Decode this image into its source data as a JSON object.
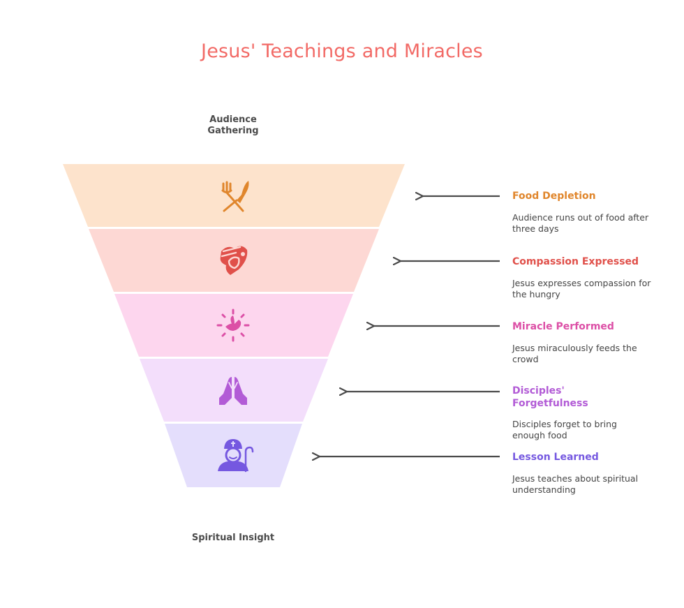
{
  "title": "Jesus' Teachings and Miracles",
  "top_label": "Audience Gathering",
  "bottom_label": "Spiritual Insight",
  "colors": {
    "title": "#f26a66",
    "arrow": "#4a4a4a"
  },
  "stages": [
    {
      "title": "Food Depletion",
      "description": "Audience runs out of food after three days",
      "icon": "fork-knife-icon",
      "fill": "#fde3cc",
      "accent": "#e0862c"
    },
    {
      "title": "Compassion Expressed",
      "description": "Jesus expresses compassion for the hungry",
      "icon": "compassion-icon",
      "fill": "#fdd8d4",
      "accent": "#e0504a"
    },
    {
      "title": "Miracle Performed",
      "description": "Jesus miraculously feeds the crowd",
      "icon": "dove-icon",
      "fill": "#fdd6ee",
      "accent": "#dc4fa6"
    },
    {
      "title": "Disciples' Forgetfulness",
      "description": "Disciples forget to bring enough food",
      "icon": "praying-hands-icon",
      "fill": "#f3defb",
      "accent": "#b25bd6"
    },
    {
      "title": "Lesson Learned",
      "description": "Jesus teaches about spiritual understanding",
      "icon": "priest-icon",
      "fill": "#e4defc",
      "accent": "#7558e0"
    }
  ]
}
